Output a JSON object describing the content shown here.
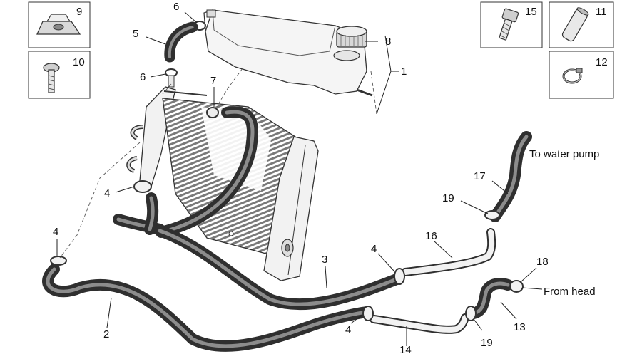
{
  "annotations": {
    "to_water_pump": "To water pump",
    "from_head": "From head"
  },
  "labels": {
    "p1": "1",
    "p2": "2",
    "p3": "3",
    "p4a": "4",
    "p4b": "4",
    "p4c": "4",
    "p4d": "4",
    "p5": "5",
    "p6a": "6",
    "p6b": "6",
    "p7": "7",
    "p8": "8",
    "p9": "9",
    "p10": "10",
    "p11": "11",
    "p12": "12",
    "p13": "13",
    "p14": "14",
    "p15": "15",
    "p16": "16",
    "p17": "17",
    "p18": "18",
    "p19a": "19",
    "p19b": "19"
  },
  "colors": {
    "hose": "#2f2f2f",
    "hose_highlight": "#8c8c8c",
    "line": "#222222",
    "background": "#ffffff"
  }
}
